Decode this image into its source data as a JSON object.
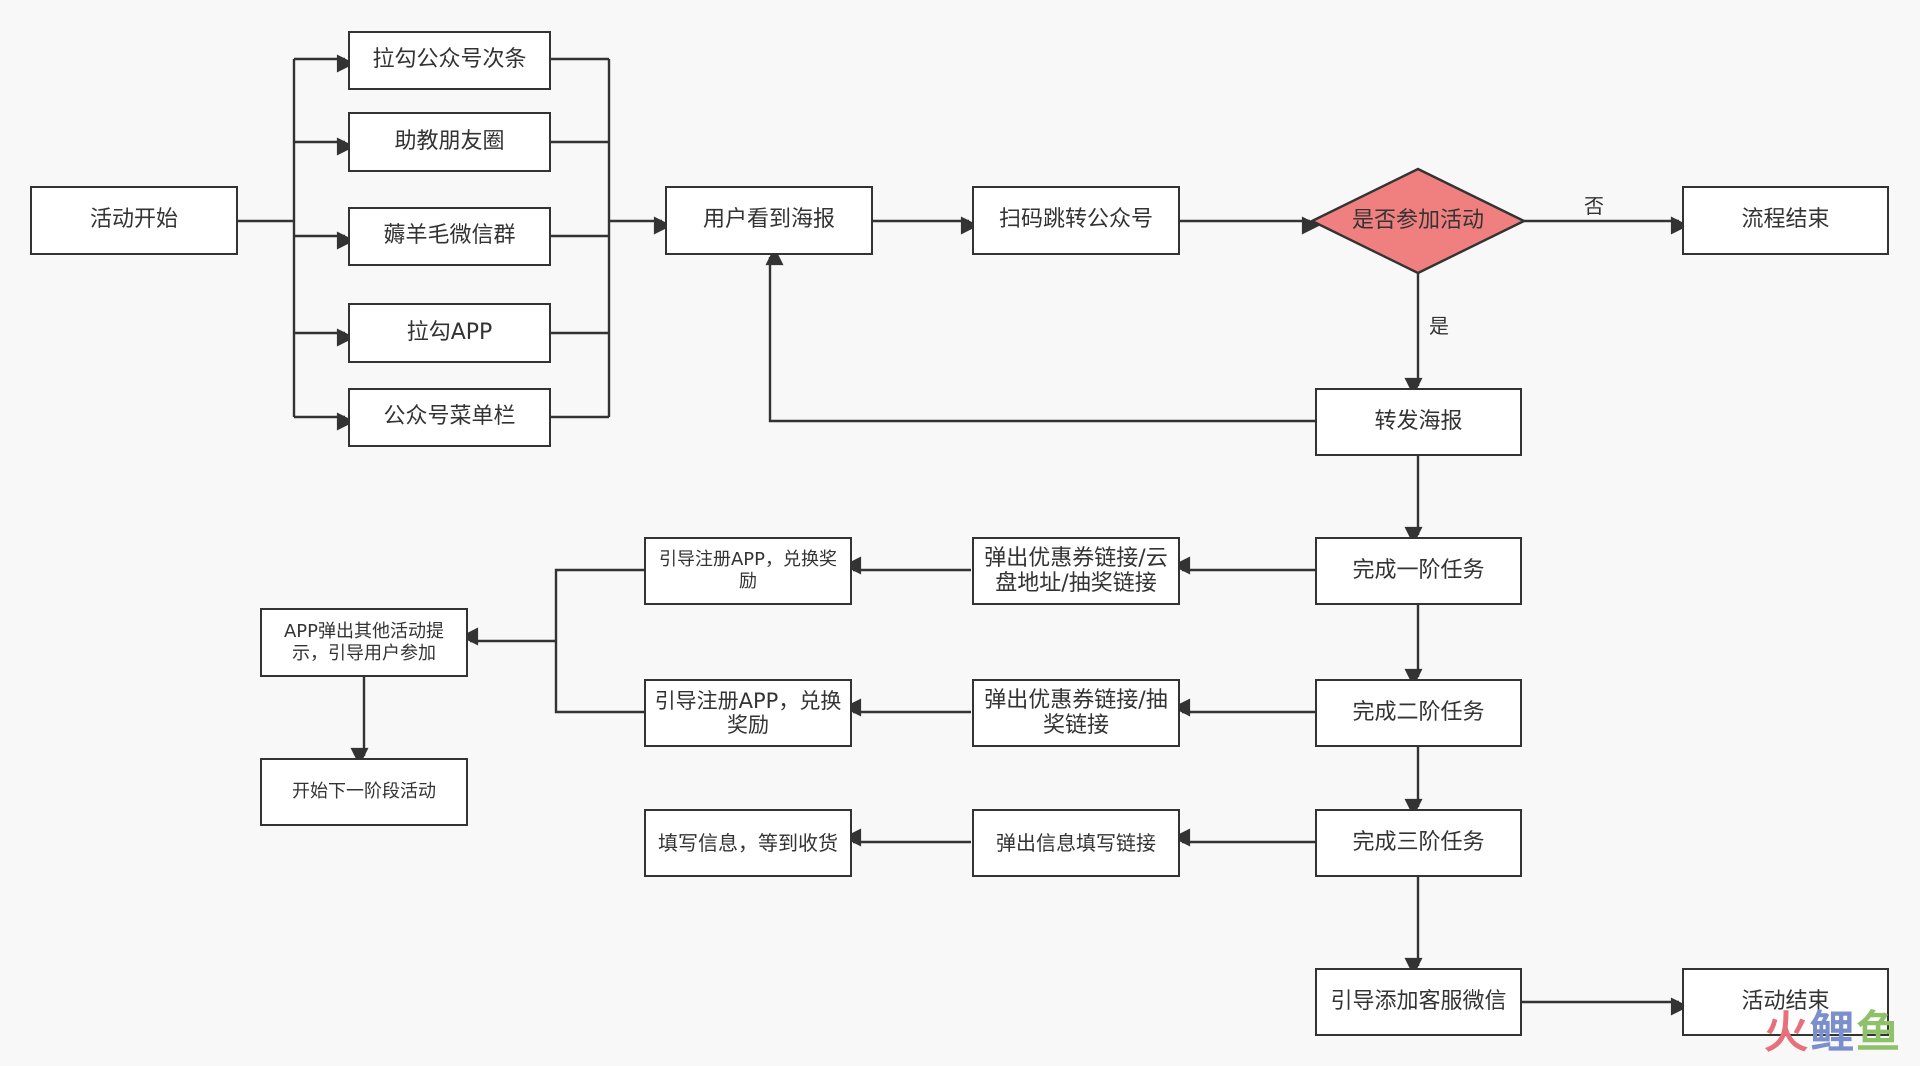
{
  "nodes": {
    "start": "活动开始",
    "src1": "拉勾公众号次条",
    "src2": "助教朋友圈",
    "src3": "薅羊毛微信群",
    "src4": "拉勾APP",
    "src5": "公众号菜单栏",
    "see": "用户看到海报",
    "scan": "扫码跳转公众号",
    "decision": "是否参加活动",
    "flow_end": "流程结束",
    "forward": "转发海报",
    "stage1": "完成一阶任务",
    "stage2": "完成二阶任务",
    "stage3": "完成三阶任务",
    "popup1": "弹出优惠券链接/云盘地址/抽奖链接",
    "popup2": "弹出优惠券链接/抽奖链接",
    "popup3": "弹出信息填写链接",
    "reg1": "引导注册APP，兑换奖励",
    "reg2": "引导注册APP，兑换奖励",
    "fill": "填写信息，等到收货",
    "app_prompt": "APP弹出其他活动提示，引导用户参加",
    "next_stage": "开始下一阶段活动",
    "guide_wechat": "引导添加客服微信",
    "activity_end": "活动结束"
  },
  "edge_labels": {
    "no": "否",
    "yes": "是"
  },
  "colors": {
    "decision_fill": "#f08080",
    "stroke": "#333333",
    "background": "#f8f8f8"
  },
  "watermark": "火鲤鱼"
}
